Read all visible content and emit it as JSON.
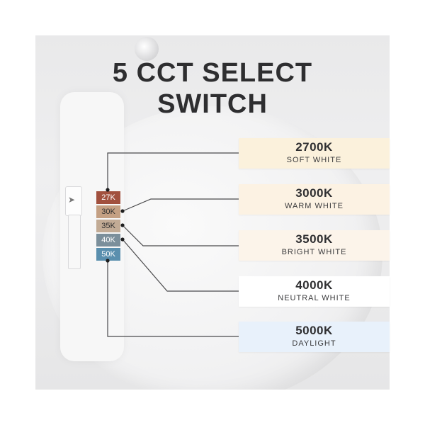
{
  "title": {
    "line1": "5 CCT SELECT",
    "line2": "SWITCH"
  },
  "switch": {
    "labels": [
      "27K",
      "30K",
      "35K",
      "40K",
      "50K"
    ],
    "colors": [
      "#a1503e",
      "#c4a083",
      "#c2ab95",
      "#7b8f9b",
      "#5a8fae"
    ],
    "text_colors": [
      "#ffffff",
      "#2e2e2e",
      "#2e2e2e",
      "#ffffff",
      "#ffffff"
    ]
  },
  "options": [
    {
      "kelvin": "2700K",
      "name": "SOFT WHITE",
      "color": "#fbf1dc"
    },
    {
      "kelvin": "3000K",
      "name": "WARM WHITE",
      "color": "#fcf2e3"
    },
    {
      "kelvin": "3500K",
      "name": "BRIGHT WHITE",
      "color": "#fcf4ea"
    },
    {
      "kelvin": "4000K",
      "name": "NEUTRAL WHITE",
      "color": "#ffffff"
    },
    {
      "kelvin": "5000K",
      "name": "DAYLIGHT",
      "color": "#e8f1fb"
    }
  ]
}
